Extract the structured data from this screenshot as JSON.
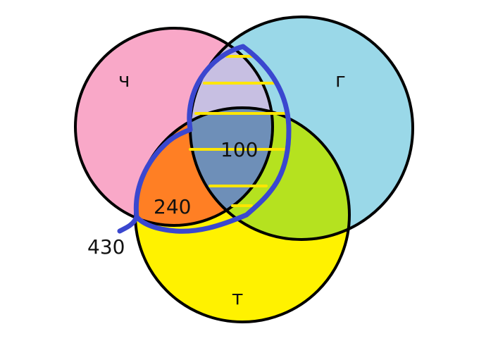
{
  "sets": {
    "ch": {
      "label": "ч",
      "color": "#f9a8c8"
    },
    "g": {
      "label": "г",
      "color": "#9ad8e8"
    },
    "t": {
      "label": "т",
      "color": "#fff200"
    }
  },
  "region_colors": {
    "ch_g": "#c7bfe2",
    "g_t": "#b5e21f",
    "ch_t": "#ff7f24",
    "ch_g_t": "#6e8fb8"
  },
  "values": {
    "center": "100",
    "ch_t_only": "240",
    "outline_total": "430"
  },
  "annotation_colors": {
    "outline": "#3a47cf",
    "hatch": "#ffe600"
  }
}
